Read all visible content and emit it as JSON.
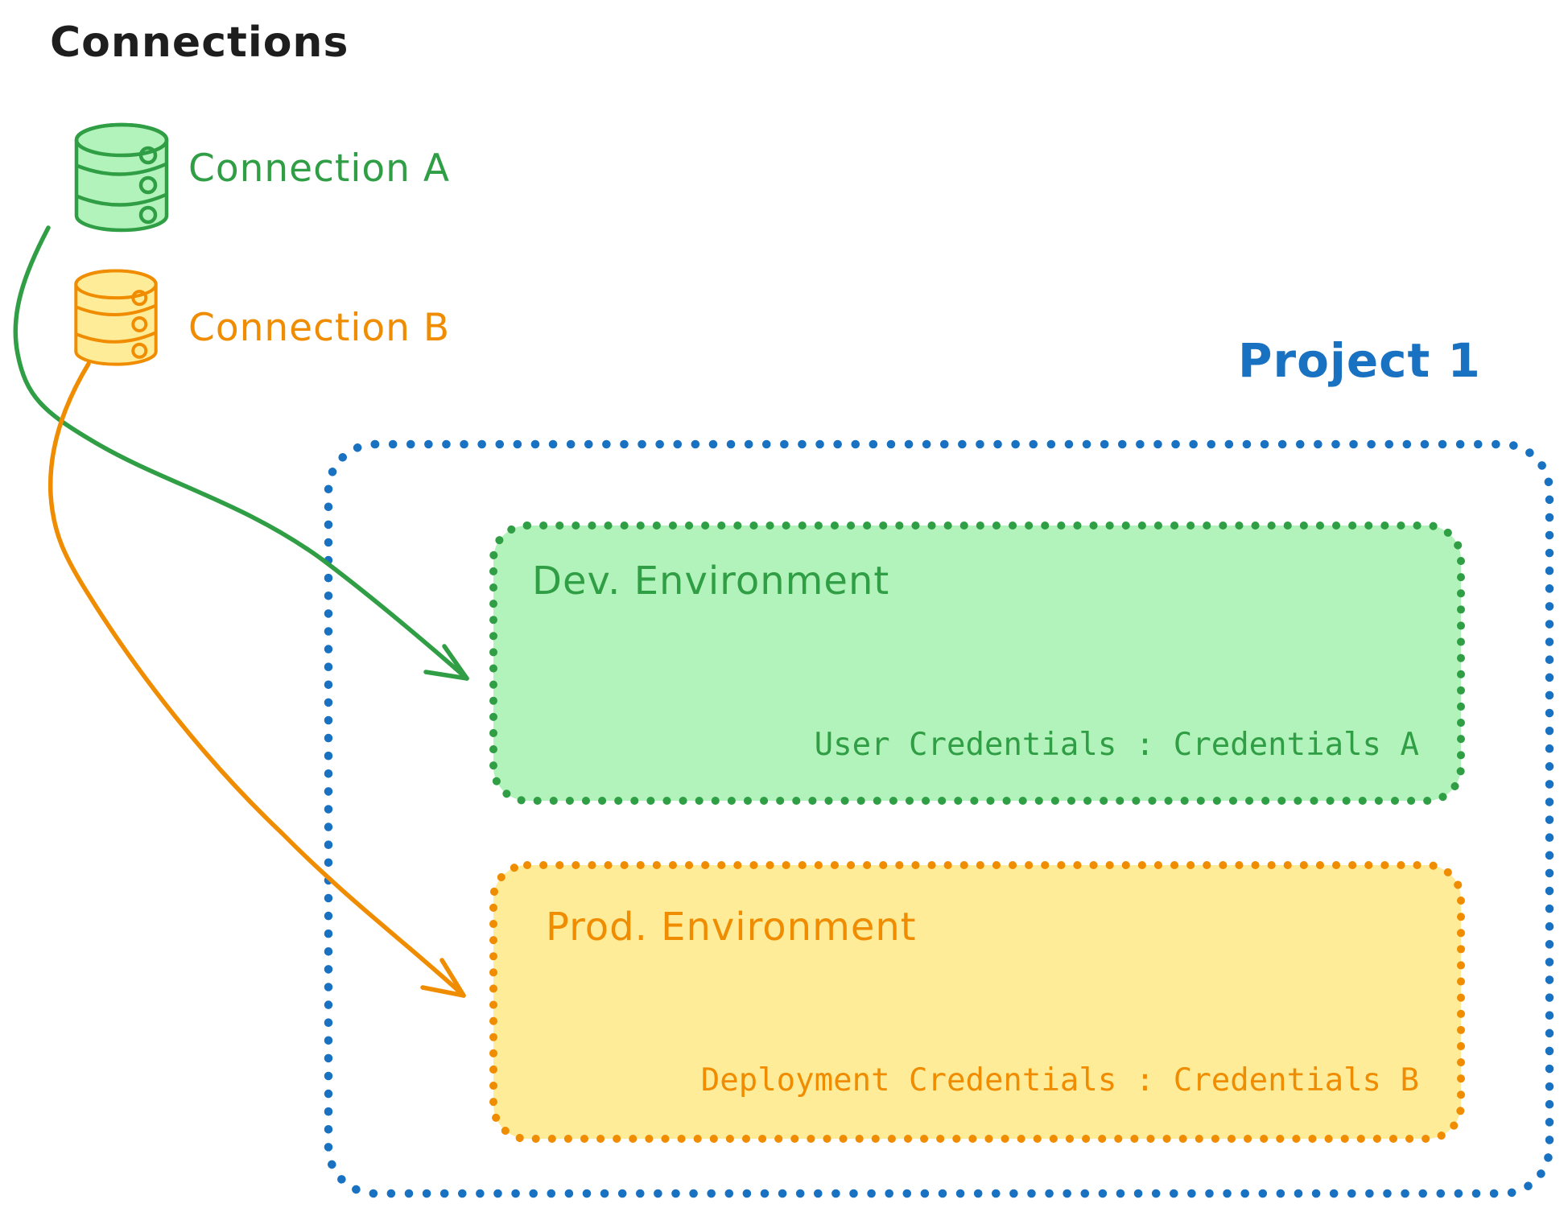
{
  "diagram": {
    "title": "Connections",
    "connections": [
      {
        "label": "Connection A",
        "icon": "database-icon",
        "color": "#2f9e44",
        "fill": "#b2f2bb"
      },
      {
        "label": "Connection B",
        "icon": "database-icon",
        "color": "#f08c00",
        "fill": "#ffec99"
      }
    ],
    "project": {
      "title": "Project 1",
      "border_color": "#1971c2",
      "environments": [
        {
          "name": "Dev. Environment",
          "credentials_label": "User Credentials : Credentials A",
          "color": "#2f9e44",
          "fill": "#b2f2bb",
          "linked_connection": "Connection A"
        },
        {
          "name": "Prod. Environment",
          "credentials_label": "Deployment Credentials : Credentials B",
          "color": "#f08c00",
          "fill": "#ffec99",
          "linked_connection": "Connection B"
        }
      ]
    }
  }
}
